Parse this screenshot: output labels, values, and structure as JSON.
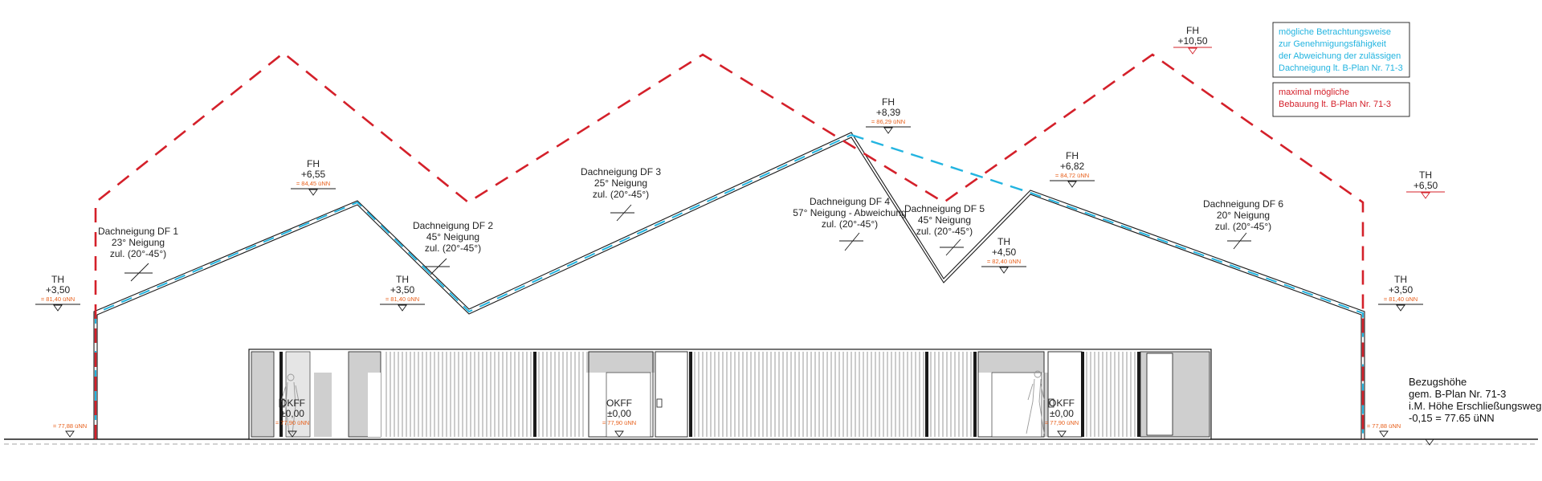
{
  "colors": {
    "max_line": "#d4202a",
    "alt_line": "#22b4e0",
    "orange": "#e8601c",
    "line": "#1a1a1a",
    "wall": "#cfcfcf"
  },
  "legend": {
    "cyan_lines": [
      "mögliche Betrachtungsweise",
      "zur Genehmigungsfähigkeit",
      "der Abweichung der zulässigen",
      "Dachneigung lt. B-Plan Nr. 71-3"
    ],
    "red_lines": [
      "maximal mögliche",
      "Bebauung lt. B-Plan Nr. 71-3"
    ]
  },
  "height_marks": [
    {
      "label": "TH",
      "value": "+3,50",
      "sub": "= 81,40 üNN"
    },
    {
      "label": "FH",
      "value": "+6,55",
      "sub": "= 84,45 üNN"
    },
    {
      "label": "TH",
      "value": "+3,50",
      "sub": "= 81,40 üNN"
    },
    {
      "label": "FH",
      "value": "+8,39",
      "sub": "= 86,29 üNN"
    },
    {
      "label": "TH",
      "value": "+4,50",
      "sub": "= 82,40 üNN"
    },
    {
      "label": "FH",
      "value": "+6,82",
      "sub": "= 84,72 üNN"
    },
    {
      "label": "TH",
      "value": "+3,50",
      "sub": "= 81,40 üNN"
    }
  ],
  "max_marks": [
    {
      "label": "FH",
      "value": "+10,50"
    },
    {
      "label": "TH",
      "value": "+6,50"
    }
  ],
  "roof_notes": [
    {
      "title": "Dachneigung DF 1",
      "angle": "23° Neigung",
      "allowed": "zul. (20°-45°)"
    },
    {
      "title": "Dachneigung DF 2",
      "angle": "45° Neigung",
      "allowed": "zul. (20°-45°)"
    },
    {
      "title": "Dachneigung DF 3",
      "angle": "25° Neigung",
      "allowed": "zul. (20°-45°)"
    },
    {
      "title": "Dachneigung DF 4",
      "angle": "57° Neigung - Abweichung",
      "allowed": "zul. (20°-45°)"
    },
    {
      "title": "Dachneigung DF 5",
      "angle": "45° Neigung",
      "allowed": "zul. (20°-45°)"
    },
    {
      "title": "Dachneigung DF 6",
      "angle": "20° Neigung",
      "allowed": "zul. (20°-45°)"
    }
  ],
  "floor_marks": [
    {
      "label": "OKFF",
      "value": "±0,00",
      "sub": "= 77,90 üNN"
    },
    {
      "label": "OKFF",
      "value": "±0,00",
      "sub": "= 77,90 üNN"
    },
    {
      "label": "OKFF",
      "value": "±0,00",
      "sub": "= 77,90 üNN"
    }
  ],
  "ground_marks": [
    {
      "sub": "= 77,88 üNN"
    },
    {
      "sub": "= 77,88 üNN"
    }
  ],
  "reference": [
    "Bezugshöhe",
    "gem. B-Plan Nr. 71-3",
    "i.M. Höhe Erschließungsweg",
    "-0,15 = 77.65 üNN"
  ]
}
